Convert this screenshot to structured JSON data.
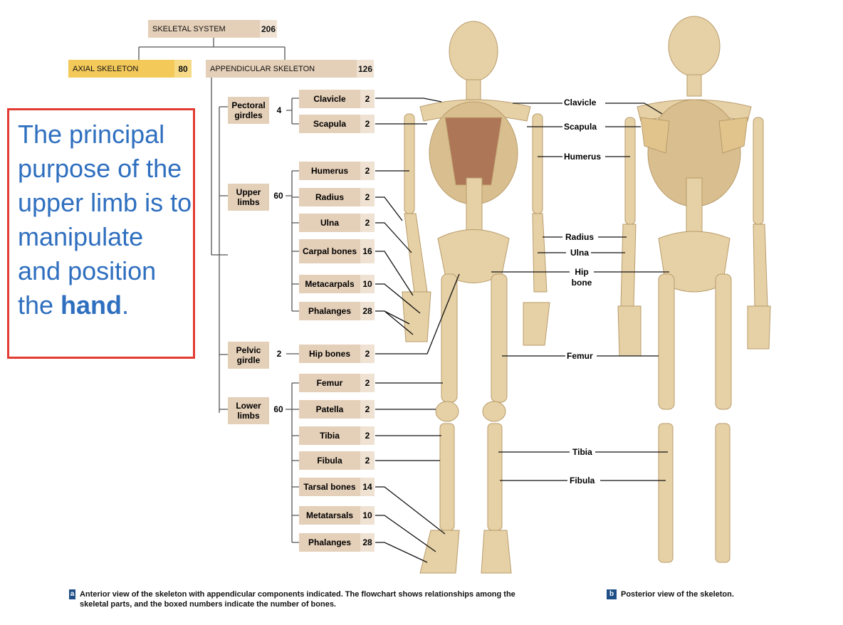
{
  "top": {
    "label": "SKELETAL SYSTEM",
    "count": "206"
  },
  "axial": {
    "label": "AXIAL SKELETON",
    "count": "80"
  },
  "appendicular": {
    "label": "APPENDICULAR SKELETON",
    "count": "126"
  },
  "groups": {
    "pectoral": {
      "label": "Pectoral girdles",
      "count": "4"
    },
    "upper": {
      "label": "Upper limbs",
      "count": "60"
    },
    "pelvic": {
      "label": "Pelvic girdle",
      "count": "2"
    },
    "lower": {
      "label": "Lower limbs",
      "count": "60"
    }
  },
  "bones": [
    {
      "label": "Clavicle",
      "count": "2"
    },
    {
      "label": "Scapula",
      "count": "2"
    },
    {
      "label": "Humerus",
      "count": "2"
    },
    {
      "label": "Radius",
      "count": "2"
    },
    {
      "label": "Ulna",
      "count": "2"
    },
    {
      "label": "Carpal bones",
      "count": "16"
    },
    {
      "label": "Metacarpals",
      "count": "10"
    },
    {
      "label": "Phalanges",
      "count": "28"
    },
    {
      "label": "Hip bones",
      "count": "2"
    },
    {
      "label": "Femur",
      "count": "2"
    },
    {
      "label": "Patella",
      "count": "2"
    },
    {
      "label": "Tibia",
      "count": "2"
    },
    {
      "label": "Fibula",
      "count": "2"
    },
    {
      "label": "Tarsal bones",
      "count": "14"
    },
    {
      "label": "Metatarsals",
      "count": "10"
    },
    {
      "label": "Phalanges",
      "count": "28"
    }
  ],
  "posterior_labels": {
    "clavicle": "Clavicle",
    "scapula": "Scapula",
    "humerus": "Humerus",
    "radius": "Radius",
    "ulna": "Ulna",
    "hip": "Hip bone",
    "femur": "Femur",
    "tibia": "Tibia",
    "fibula": "Fibula"
  },
  "callout": {
    "text_before": "The principal purpose of the upper limb is to manipulate and position the ",
    "bold": "hand",
    "text_after": "."
  },
  "caption_a": {
    "badge": "a",
    "text": "Anterior view of the skeleton with appendicular components indicated. The flowchart shows relationships among the skeletal parts, and the boxed numbers indicate the number of bones."
  },
  "caption_b": {
    "badge": "b",
    "text": "Posterior view of the skeleton."
  },
  "colors": {
    "box": "#e4cfb8",
    "axial": "#f3c95a",
    "callout_border": "#e23b32",
    "callout_text": "#2f6fbf",
    "bone": "#e6d1a6"
  }
}
